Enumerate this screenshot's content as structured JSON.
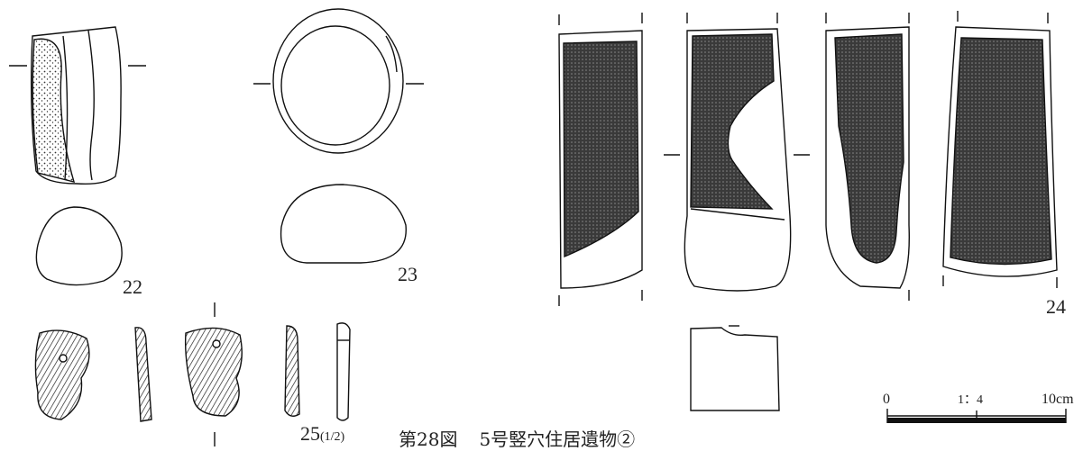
{
  "labels": {
    "fig22": "22",
    "fig23": "23",
    "fig24": "24",
    "fig25": "25",
    "fig25_scale": "(1/2)"
  },
  "caption": {
    "figure_no": "第28図",
    "title": "5号竪穴住居遺物②"
  },
  "scale_bar": {
    "start": "0",
    "ratio": "1：4",
    "end": "10cm"
  },
  "colors": {
    "ink": "#111111",
    "stipple": "#444444",
    "background": "#ffffff"
  }
}
